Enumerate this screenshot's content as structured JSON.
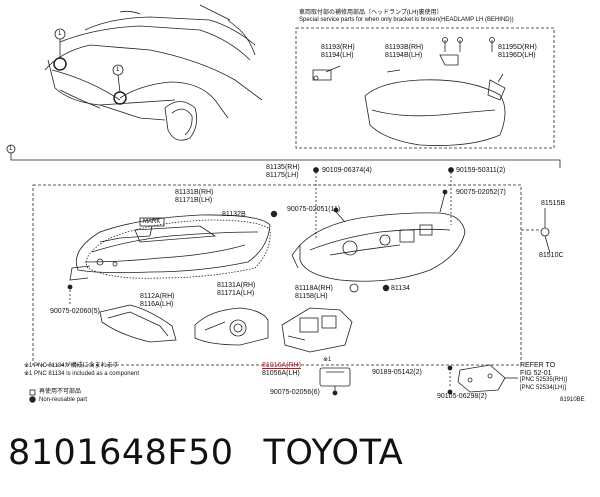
{
  "title": {
    "part_number": "8101648F50",
    "brand": "TOYOTA"
  },
  "diagram_code": "81910BE",
  "special_note": {
    "jp": "車両取付部の補修用部品（ヘッドランプ(LH)裏使用）",
    "en": "Special service parts for when only bracket is broken(HEADLAMP LH (BEHIND))"
  },
  "callouts": [
    "1",
    "1",
    "1"
  ],
  "parts": {
    "p81193": [
      "81193(RH)",
      "81194(LH)"
    ],
    "p81193B": [
      "81193B(RH)",
      "81194B(LH)"
    ],
    "p81195D": [
      "81195D(RH)",
      "81196D(LH)"
    ],
    "p81135": [
      "81135(RH)",
      "81175(LH)"
    ],
    "p90109": "90109-06374(4)",
    "p90159": "90159-50311(2)",
    "p90075_7": "90075-02052(7)",
    "p81131B": [
      "81131B(RH)",
      "81171B(LH)"
    ],
    "mark": "MARK",
    "p81132B": "81132B",
    "p90075_11": "90075-02051(11)",
    "p81515B": "81515B",
    "p81510C": "81510C",
    "p81131A": [
      "81131A(RH)",
      "81171A(LH)"
    ],
    "p81118A": [
      "81118A(RH)",
      "81158(LH)"
    ],
    "p81134": "81134",
    "p8112A": [
      "8112A(RH)",
      "8116A(LH)"
    ],
    "p90075_5": "90075-02060(5)",
    "p81016A": [
      "81016A(RH)",
      "81056A(LH)"
    ],
    "p81016A_mark": "※1",
    "p90189": "90189-05142(2)",
    "p90075_6": "90075-02056(6)",
    "p90105": "90105-06298(2)",
    "refer": [
      "REFER TO",
      "FIG 52-01",
      "[PNC 52535(RH)]",
      "[PNC 52534(LH)]"
    ]
  },
  "notes": {
    "pnc_jp": "※1 PNC 81134が構成に含まれます",
    "pnc_en": "※1 PNC 81134 is included as a component",
    "legend_jp": "再使用不可部品",
    "legend_en": "Non-reusable part"
  }
}
